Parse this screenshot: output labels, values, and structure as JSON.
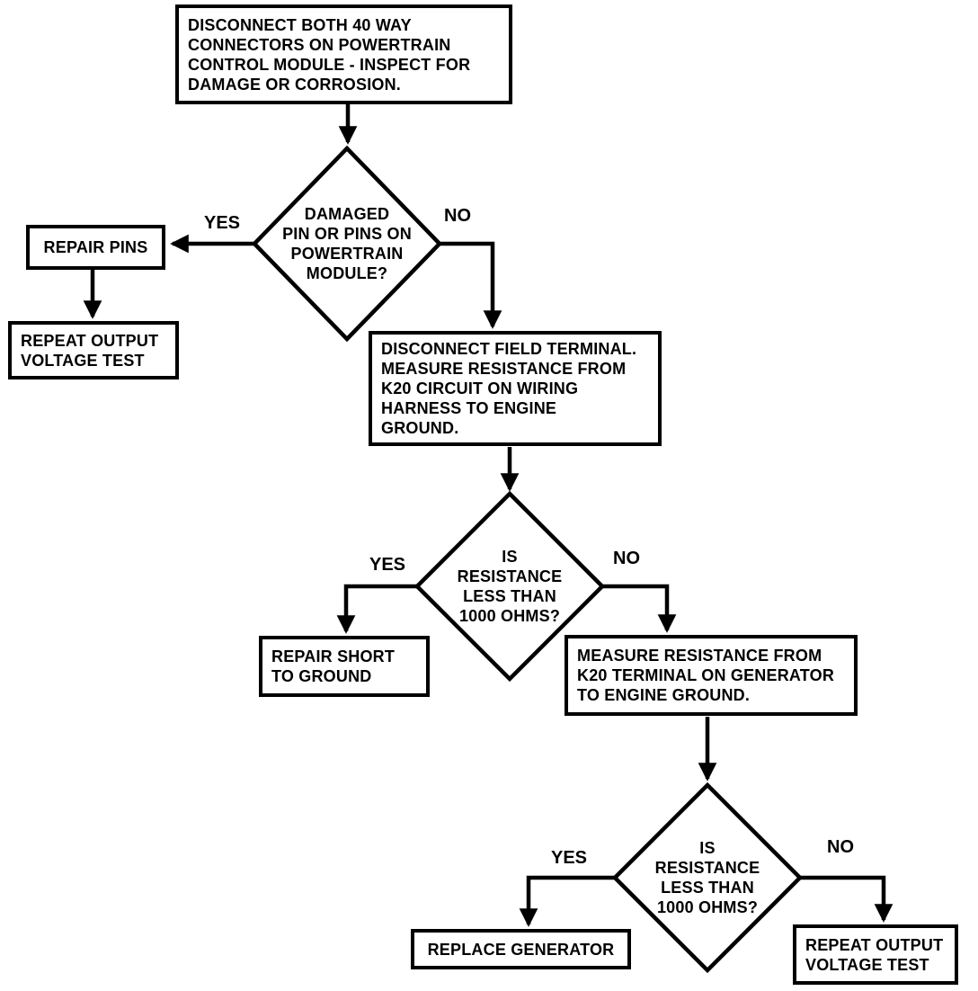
{
  "canvas": {
    "ink_color": "#000000",
    "background_color": "#ffffff"
  },
  "flowchart": {
    "nodes": {
      "disconnect_connectors": {
        "type": "process",
        "text": "DISCONNECT BOTH 40 WAY\nCONNECTORS ON POWERTRAIN\nCONTROL MODULE - INSPECT FOR\nDAMAGE OR CORROSION."
      },
      "damaged_pins_decision": {
        "type": "decision",
        "text": "DAMAGED\nPIN OR PINS ON\nPOWERTRAIN\nMODULE?"
      },
      "repair_pins": {
        "type": "process",
        "text": "REPAIR PINS"
      },
      "repeat_output_voltage_test_left": {
        "type": "process",
        "text": "REPEAT OUTPUT\nVOLTAGE TEST"
      },
      "disconnect_field_terminal": {
        "type": "process",
        "text": "DISCONNECT FIELD TERMINAL.\nMEASURE RESISTANCE FROM\nK20 CIRCUIT ON WIRING\nHARNESS TO ENGINE\nGROUND."
      },
      "resistance_decision_1": {
        "type": "decision",
        "text": "IS\nRESISTANCE\nLESS THAN\n1000 OHMS?"
      },
      "repair_short_to_ground": {
        "type": "process",
        "text": "REPAIR SHORT\nTO GROUND"
      },
      "measure_k20_generator": {
        "type": "process",
        "text": "MEASURE RESISTANCE FROM\nK20 TERMINAL ON GENERATOR\nTO ENGINE GROUND."
      },
      "resistance_decision_2": {
        "type": "decision",
        "text": "IS\nRESISTANCE\nLESS THAN\n1000 OHMS?"
      },
      "replace_generator": {
        "type": "process",
        "text": "REPLACE GENERATOR"
      },
      "repeat_output_voltage_test_right": {
        "type": "process",
        "text": "REPEAT OUTPUT\nVOLTAGE TEST"
      }
    },
    "branch_labels": {
      "yes": "YES",
      "no": "NO"
    },
    "edges": [
      {
        "from": "disconnect_connectors",
        "to": "damaged_pins_decision",
        "label": ""
      },
      {
        "from": "damaged_pins_decision",
        "to": "repair_pins",
        "label": "YES"
      },
      {
        "from": "repair_pins",
        "to": "repeat_output_voltage_test_left",
        "label": ""
      },
      {
        "from": "damaged_pins_decision",
        "to": "disconnect_field_terminal",
        "label": "NO"
      },
      {
        "from": "disconnect_field_terminal",
        "to": "resistance_decision_1",
        "label": ""
      },
      {
        "from": "resistance_decision_1",
        "to": "repair_short_to_ground",
        "label": "YES"
      },
      {
        "from": "resistance_decision_1",
        "to": "measure_k20_generator",
        "label": "NO"
      },
      {
        "from": "measure_k20_generator",
        "to": "resistance_decision_2",
        "label": ""
      },
      {
        "from": "resistance_decision_2",
        "to": "replace_generator",
        "label": "YES"
      },
      {
        "from": "resistance_decision_2",
        "to": "repeat_output_voltage_test_right",
        "label": "NO"
      }
    ]
  }
}
